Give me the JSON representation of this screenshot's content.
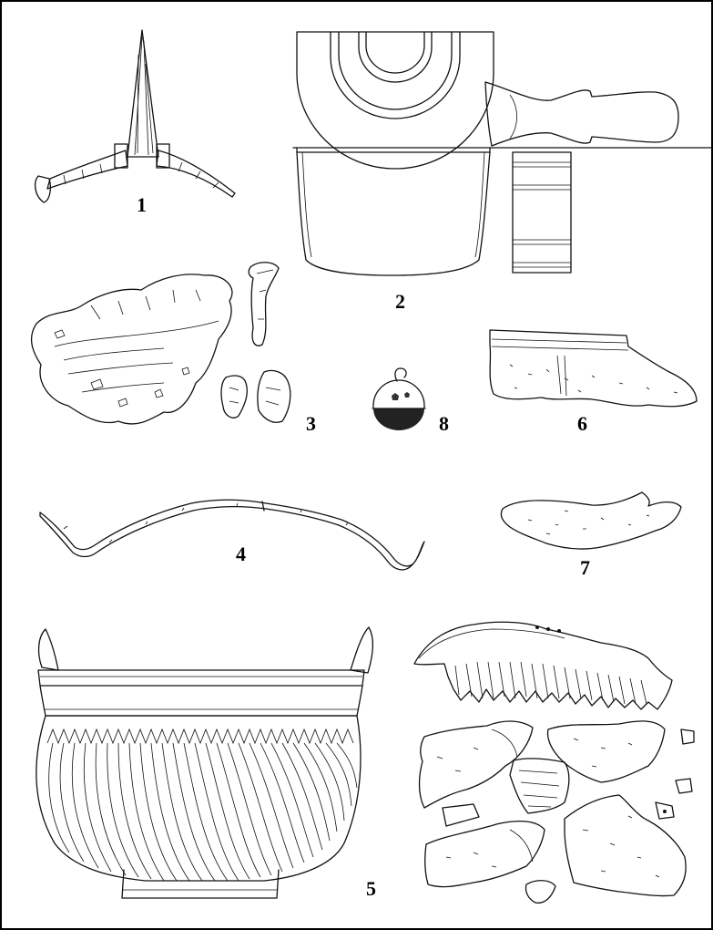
{
  "plate": {
    "labels": {
      "item_1": "1",
      "item_2": "2",
      "item_3": "3",
      "item_4": "4",
      "item_5": "5",
      "item_6": "6",
      "item_7": "7",
      "item_8": "8"
    }
  }
}
